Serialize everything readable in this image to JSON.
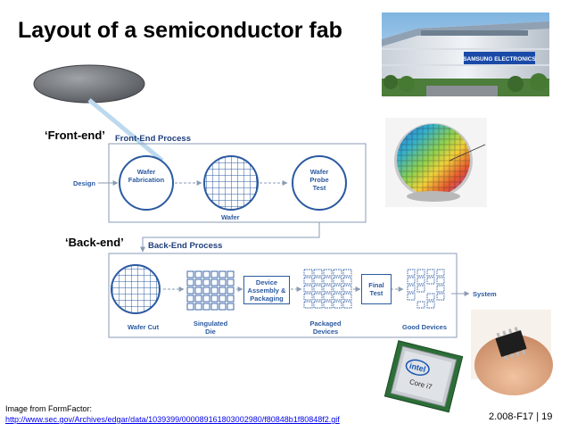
{
  "slide": {
    "title": "Layout of a semiconductor fab",
    "front_end_label": "‘Front-end’",
    "back_end_label": "‘Back-end’",
    "credit_line1": "Image from FormFactor:",
    "credit_link": "http://www.sec.gov/Archives/edgar/data/1039399/000089161803002980/f80848b1f80848f2.gif",
    "slide_number": "2.008-F17 | 19"
  },
  "front_end": {
    "title": "Front-End Process",
    "design": "Design",
    "wafer_fab_1": "Wafer",
    "wafer_fab_2": "Fabrication",
    "wafer_probe_1": "Wafer",
    "wafer_probe_2": "Probe",
    "wafer_probe_3": "Test",
    "wafer": "Wafer"
  },
  "back_end": {
    "title": "Back-End Process",
    "wafer_cut": "Wafer Cut",
    "singulated_1": "Singulated",
    "singulated_2": "Die",
    "device_1": "Device",
    "device_2": "Assembly &",
    "device_3": "Packaging",
    "packaged_1": "Packaged",
    "packaged_2": "Devices",
    "final_1": "Final",
    "final_2": "Test",
    "good_devices": "Good Devices",
    "system": "System"
  },
  "photos": {
    "building_sign": "SAMSUNG ELECTRONICS",
    "chip_brand": "intel",
    "chip_model": "Core i7"
  },
  "colors": {
    "diagram_blue": "#2b5aa0",
    "title_navy": "#1f3f7a",
    "box_gray": "#8a9bb5"
  }
}
